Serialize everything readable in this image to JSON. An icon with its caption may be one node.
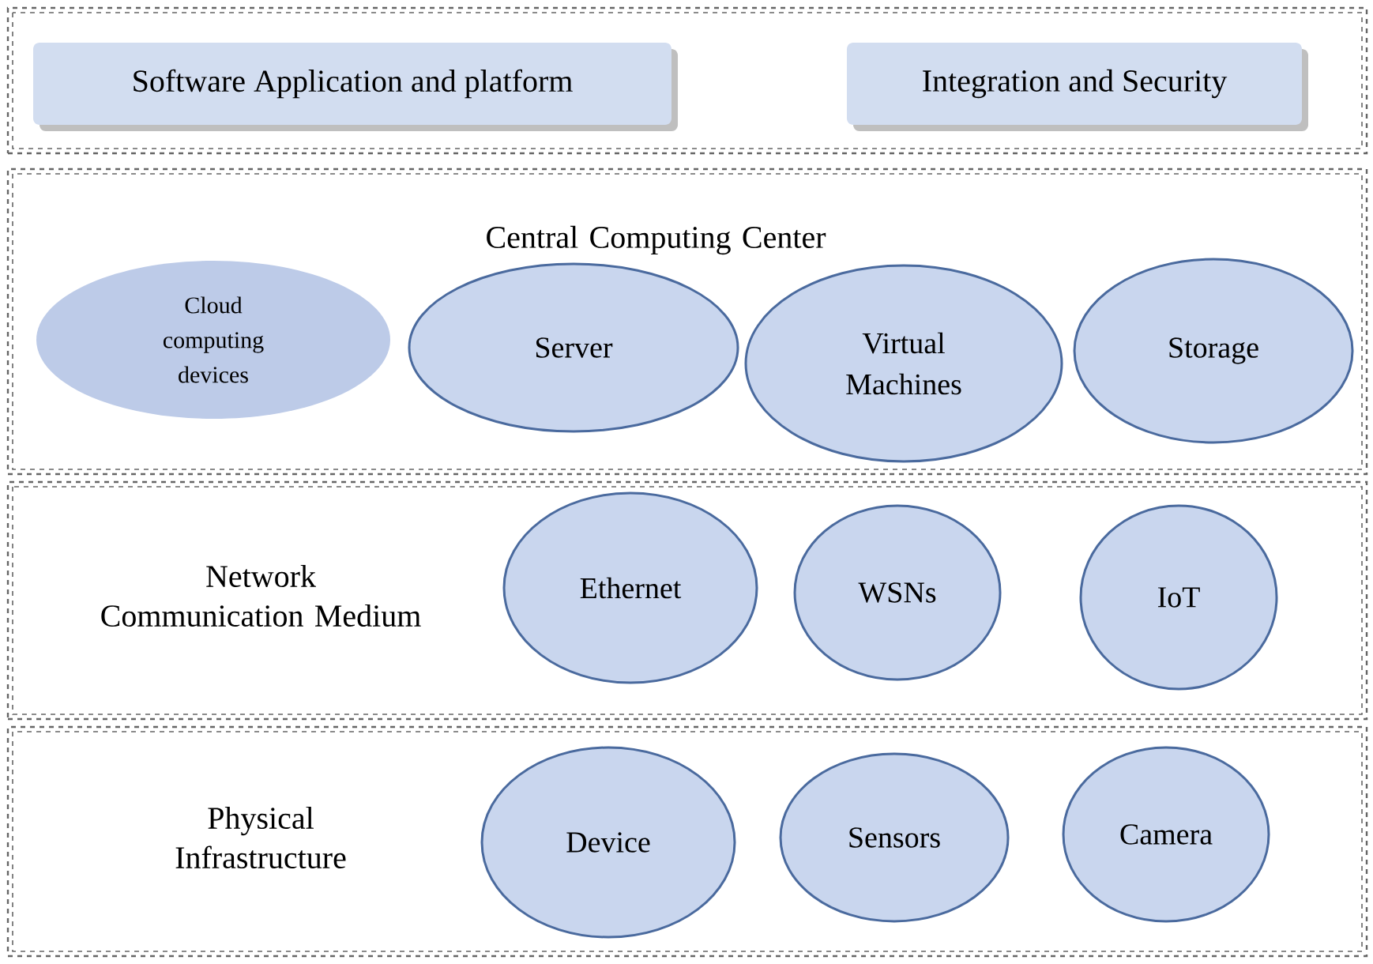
{
  "diagram": {
    "nodes": [
      {
        "text": [],
        "shape": "box"
      },
      {
        "text": [
          "Software Application and platform"
        ],
        "in": 0
      },
      {
        "text": [
          "Integration and Security"
        ],
        "in": 0
      },
      {
        "text": [
          "Central Computing Center"
        ]
      },
      {
        "text": [
          "Cloud computing devices"
        ],
        "in": 3
      },
      {
        "text": [
          "Server"
        ],
        "in": 3
      },
      {
        "text": [
          "Virtual Machines"
        ],
        "in": 3
      },
      {
        "text": [
          "Storage"
        ],
        "in": 3
      },
      {
        "text": [
          "Network Communication Medium"
        ]
      },
      {
        "text": [
          "Ethernet"
        ],
        "in": 8
      },
      {
        "text": [
          "WSNs"
        ],
        "in": 8
      },
      {
        "text": [
          "IoT"
        ],
        "in": 8
      },
      {
        "text": [
          "Physical Infrastructure"
        ]
      },
      {
        "text": [
          "Device"
        ],
        "in": 12
      },
      {
        "text": [
          "Sensors"
        ],
        "in": 12
      },
      {
        "text": [
          "Camera"
        ],
        "in": 12
      }
    ]
  }
}
